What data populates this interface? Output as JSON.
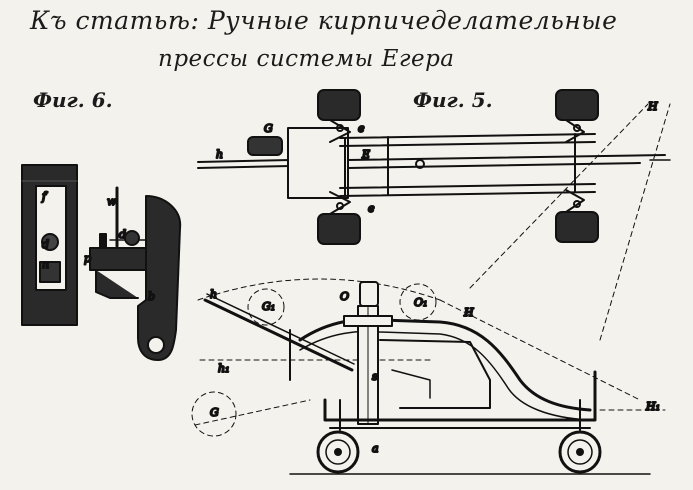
{
  "title": {
    "line1": "Къ статьѣ: Ручные кирпичеделательные",
    "line2": "прессы системы Егера"
  },
  "figures": {
    "fig6": {
      "label": "Фиг. 6."
    },
    "fig5": {
      "label": "Фиг. 5."
    }
  },
  "letters": {
    "f": "f",
    "d": "d",
    "n": "n",
    "p": "p",
    "w": "w",
    "b": "b",
    "G": "G",
    "h": "h",
    "E": "E",
    "e": "e",
    "H": "H",
    "G1": "G₁",
    "O": "O",
    "O1": "O₁",
    "h1": "h₁",
    "H1": "H₁",
    "a": "a",
    "s": "s"
  },
  "colors": {
    "ink": "#111111",
    "paper": "#f4f2ec",
    "dark_fill": "#2a2a2a"
  }
}
